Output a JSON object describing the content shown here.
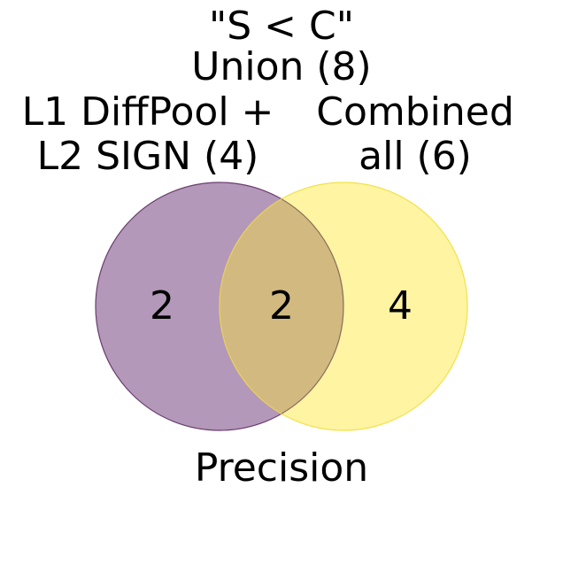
{
  "title_line1": "\"S < C\"",
  "title_line2": "Union (8)",
  "set_a": {
    "label_line1": "L1 DiffPool +",
    "label_line2": "L2 SIGN (4)",
    "only_count": "2",
    "fill": "#b398b9",
    "stroke": "#6b3d6e"
  },
  "set_b": {
    "label_line1": "Combined",
    "label_line2": "all (6)",
    "only_count": "4",
    "fill": "#fef4a2",
    "stroke": "#f2e14a"
  },
  "intersection": {
    "count": "2",
    "fill": "#d2b97f"
  },
  "caption": "Precision"
}
